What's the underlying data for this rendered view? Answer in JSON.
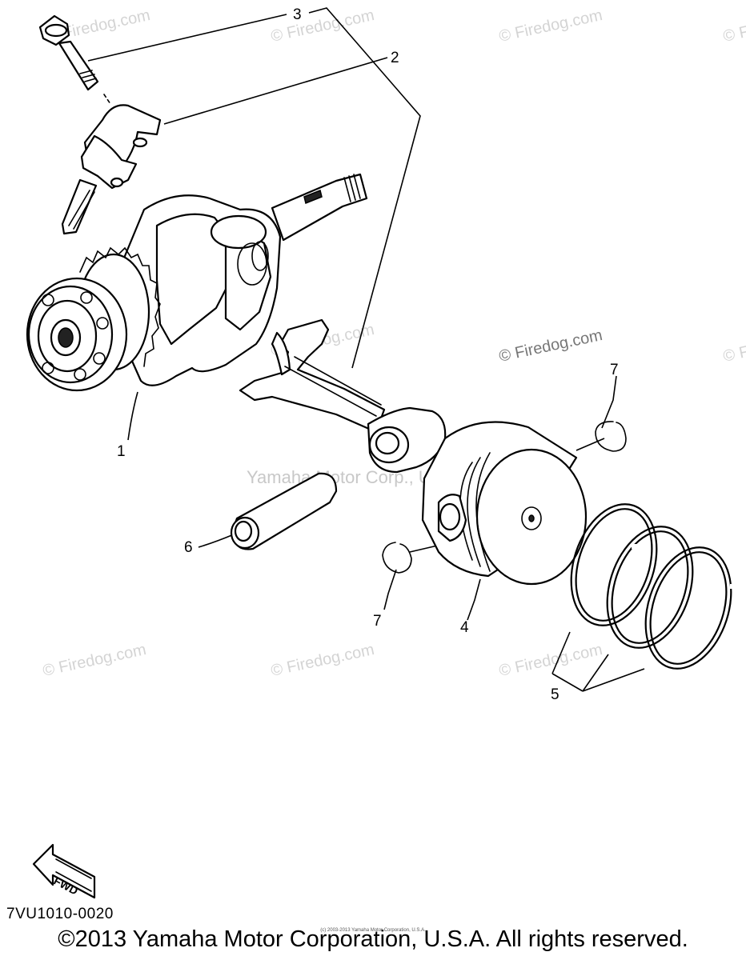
{
  "watermarks": {
    "firedog": "© Firedog.com",
    "center": "Yamaha Motor Corp., U.S.A."
  },
  "callouts": [
    "1",
    "2",
    "3",
    "4",
    "5",
    "6",
    "7",
    "7"
  ],
  "parts": [
    {
      "number": "1",
      "icon": "crankshaft-icon"
    },
    {
      "number": "2",
      "icon": "connecting-rod-cap-icon"
    },
    {
      "number": "3",
      "icon": "bolt-icon"
    },
    {
      "number": "4",
      "icon": "piston-icon"
    },
    {
      "number": "5",
      "icon": "piston-ring-set-icon"
    },
    {
      "number": "6",
      "icon": "piston-pin-icon"
    },
    {
      "number": "7",
      "icon": "circlip-icon"
    }
  ],
  "fwd_arrow": {
    "label": "FWD"
  },
  "diagram_code": "7VU1010-0020",
  "tiny_credit": "(c) 2003-2013 Yamaha Motor Corporation, U.S.A.",
  "copyright": "©2013 Yamaha Motor Corporation, U.S.A. All rights reserved.",
  "colors": {
    "line": "#000000",
    "background": "#ffffff",
    "watermark": "#d4d4d4"
  }
}
